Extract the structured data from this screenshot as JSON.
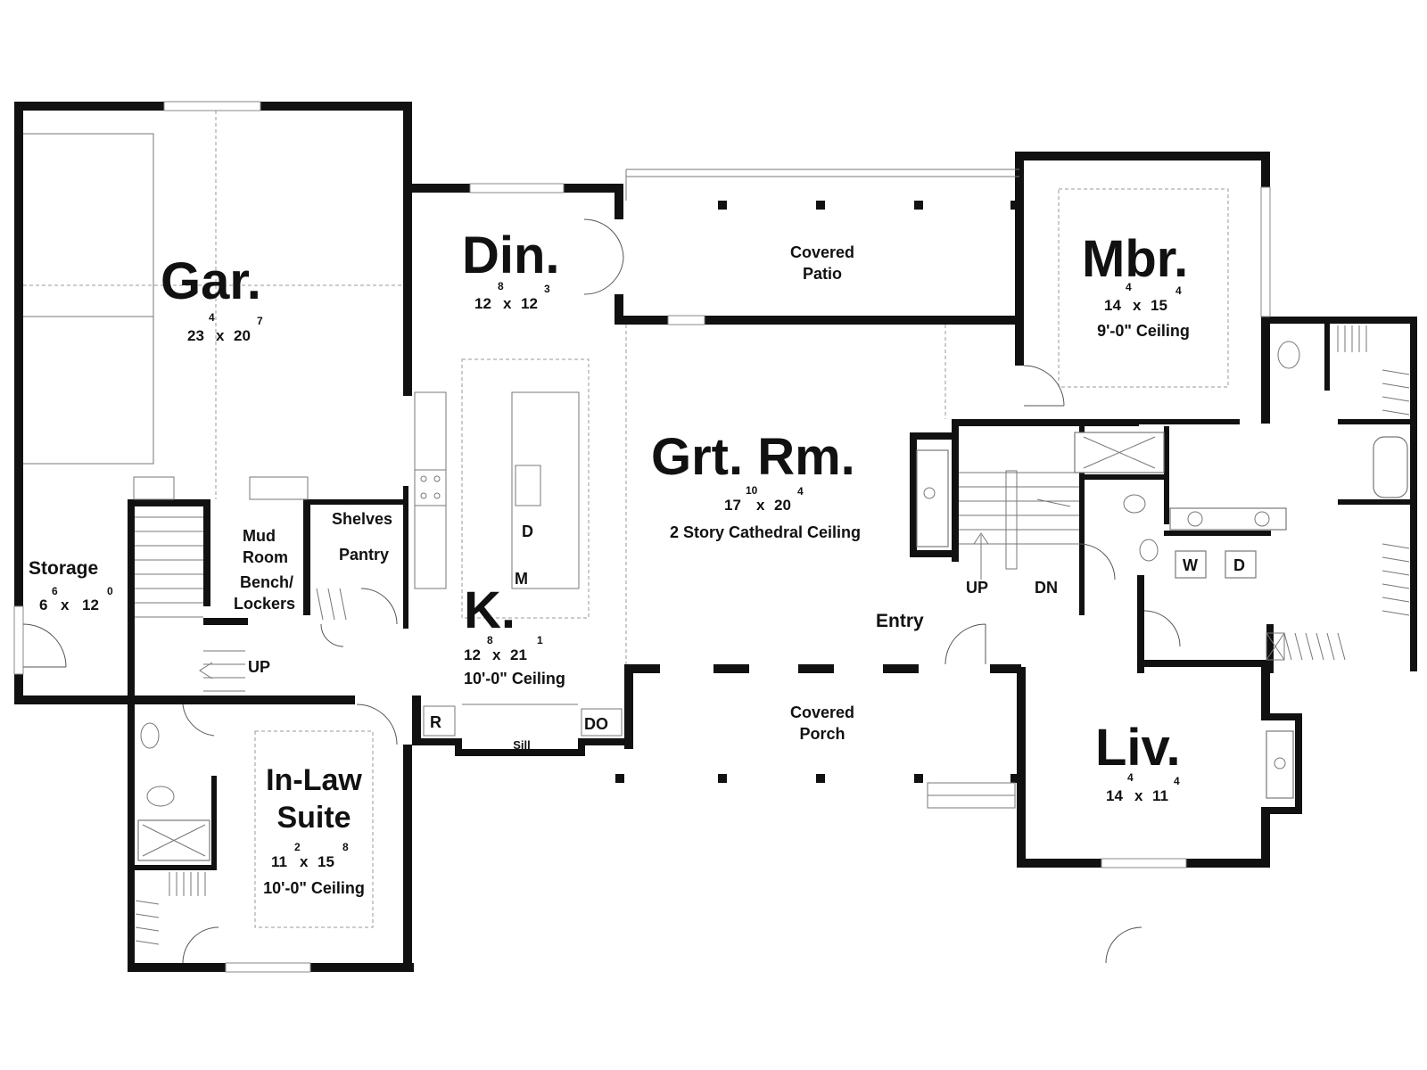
{
  "rooms": {
    "garage": {
      "name": "Gar.",
      "dim_w": "23",
      "dim_w_sup": "4",
      "dim_x": "x",
      "dim_h": "20",
      "dim_h_sup": "7"
    },
    "dining": {
      "name": "Din.",
      "dim_w": "12",
      "dim_w_sup": "8",
      "dim_x": "x",
      "dim_h": "12",
      "dim_h_sup": "3"
    },
    "patio": {
      "line1": "Covered",
      "line2": "Patio"
    },
    "master": {
      "name": "Mbr.",
      "dim_w": "14",
      "dim_w_sup": "4",
      "dim_x": "x",
      "dim_h": "15",
      "dim_h_sup": "4",
      "ceiling": "9'-0\" Ceiling"
    },
    "great": {
      "name": "Grt. Rm.",
      "dim_w": "17",
      "dim_w_sup": "10",
      "dim_x": "x",
      "dim_h": "20",
      "dim_h_sup": "4",
      "ceiling": "2 Story Cathedral Ceiling"
    },
    "storage": {
      "name": "Storage",
      "dim_w": "6",
      "dim_w_sup": "6",
      "dim_x": "x",
      "dim_h": "12",
      "dim_h_sup": "0"
    },
    "mud": {
      "line1": "Mud",
      "line2": "Room",
      "line3": "Bench/",
      "line4": "Lockers"
    },
    "pantry": {
      "shelves": "Shelves",
      "name": "Pantry"
    },
    "kitchen": {
      "name": "K.",
      "dim_w": "12",
      "dim_w_sup": "8",
      "dim_x": "x",
      "dim_h": "21",
      "dim_h_sup": "1",
      "ceiling": "10'-0\" Ceiling"
    },
    "entry": {
      "name": "Entry"
    },
    "porch": {
      "line1": "Covered",
      "line2": "Porch"
    },
    "living": {
      "name": "Liv.",
      "dim_w": "14",
      "dim_w_sup": "4",
      "dim_x": "x",
      "dim_h": "11",
      "dim_h_sup": "4"
    },
    "inlaw": {
      "line1": "In-Law",
      "line2": "Suite",
      "dim_w": "11",
      "dim_w_sup": "2",
      "dim_x": "x",
      "dim_h": "15",
      "dim_h_sup": "8",
      "ceiling": "10'-0\" Ceiling"
    }
  },
  "labels": {
    "dishwasher": "D",
    "microwave": "M",
    "refrigerator": "R",
    "double_oven": "DO",
    "sill": "Sill",
    "washer": "W",
    "dryer": "D",
    "stair_up_garage": "UP",
    "stair_up_main": "UP",
    "stair_down_main": "DN"
  }
}
